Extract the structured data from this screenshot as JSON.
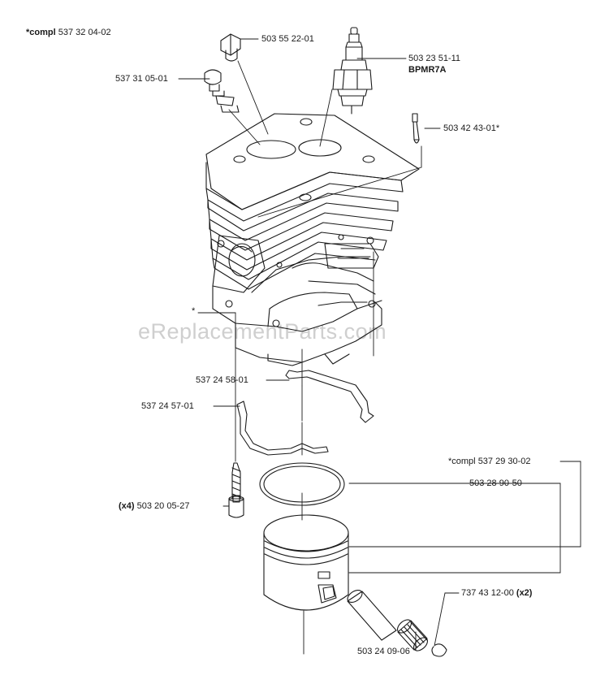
{
  "diagram": {
    "labels": {
      "cyl_compl_prefix": "*compl",
      "cyl_compl_num": "537 32 04-02",
      "plug_top": "503 55 22-01",
      "spark_plug": "503 23 51-11",
      "spark_plug_type": "BPMR7A",
      "decomp_valve": "537 31 05-01",
      "pin_small": "503 42 43-01*",
      "star": "*",
      "gasket_upper": "537 24 58-01",
      "gasket_lower": "537 24 57-01",
      "piston_compl_prefix": "*compl",
      "piston_compl_num": "537 29 30-02",
      "piston_ring": "503 28 90-50",
      "screw_qty": "(x4)",
      "screw": "503 20 05-27",
      "circlip": "737 43 12-00",
      "circlip_qty": "(x2)",
      "bearing": "503 24 09-06"
    },
    "watermark": "eReplacementParts.com"
  }
}
